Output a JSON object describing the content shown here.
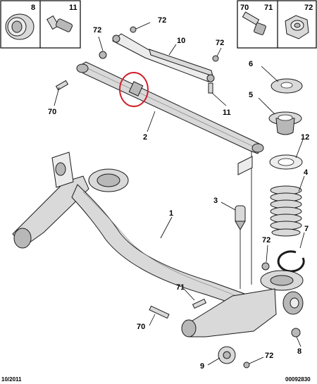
{
  "callouts": {
    "c8": "8",
    "c11": "11",
    "c70": "70",
    "c71": "71",
    "c72": "72",
    "c72b": "72",
    "c10": "10",
    "c72c": "72",
    "c6": "6",
    "c70b": "70",
    "c11b": "11",
    "c5": "5",
    "c2": "2",
    "c12": "12",
    "c4": "4",
    "c3": "3",
    "c1": "1",
    "c7": "7",
    "c72d": "72",
    "c71b": "71",
    "c70c": "70",
    "c8b": "8",
    "c9": "9",
    "c72e": "72"
  },
  "footer": {
    "date": "10/2011",
    "ref": "00092830"
  },
  "colors": {
    "highlight": "#d0202a",
    "part_fill": "#d9d9d9",
    "outline": "#1a1a1a"
  }
}
